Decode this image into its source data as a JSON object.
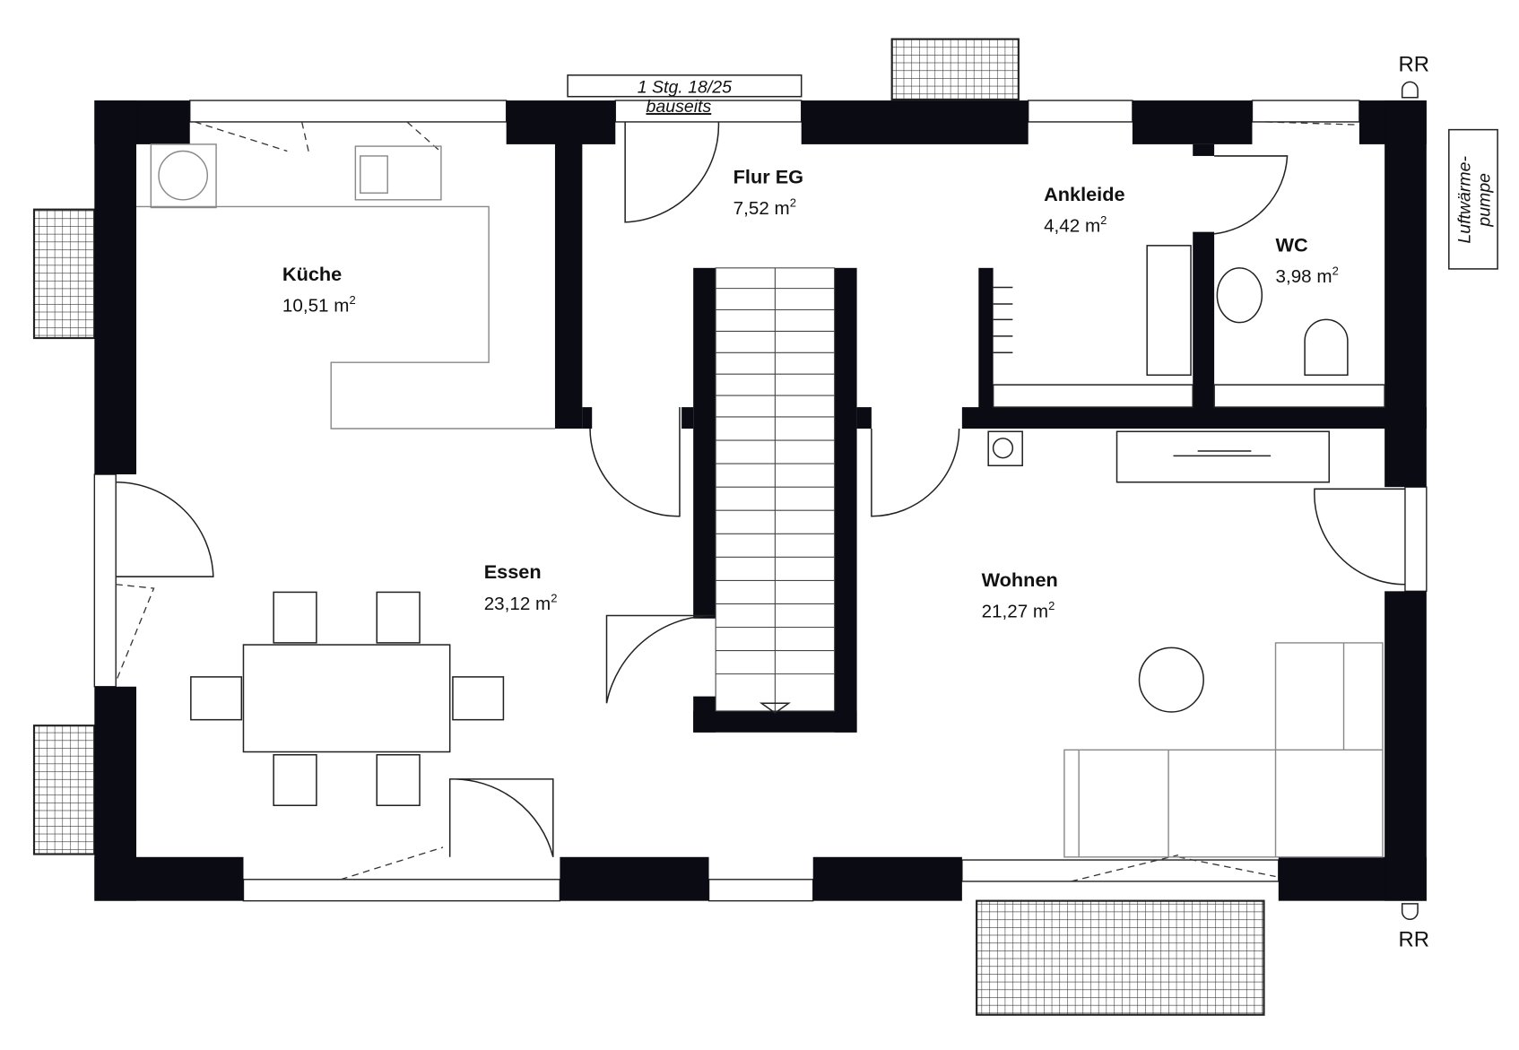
{
  "rooms": {
    "kueche": {
      "name": "Küche",
      "area": "10,51 m",
      "unit_exp": "2"
    },
    "flur": {
      "name": "Flur EG",
      "area": "7,52 m",
      "unit_exp": "2"
    },
    "ankleide": {
      "name": "Ankleide",
      "area": "4,42 m",
      "unit_exp": "2"
    },
    "wc": {
      "name": "WC",
      "area": "3,98 m",
      "unit_exp": "2"
    },
    "essen": {
      "name": "Essen",
      "area": "23,12 m",
      "unit_exp": "2"
    },
    "wohnen": {
      "name": "Wohnen",
      "area": "21,27 m",
      "unit_exp": "2"
    }
  },
  "annotations": {
    "stair_note": "1 Stg. 18/25",
    "stair_note_2": "bauseits",
    "rr_top": "RR",
    "rr_bottom": "RR",
    "heat_pump_1": "Luftwärme-",
    "heat_pump_2": "pumpe"
  },
  "colors": {
    "wall": "#0b0b14",
    "furniture": "#888888"
  }
}
